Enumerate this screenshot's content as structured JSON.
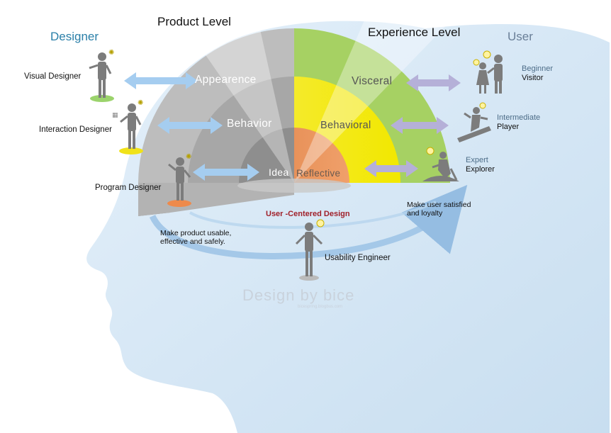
{
  "headers": {
    "designer": "Designer",
    "product_level": "Product Level",
    "experience_level": "Experience Level",
    "user": "User"
  },
  "designers": [
    {
      "label": "Visual Designer",
      "level": "Appearence"
    },
    {
      "label": "Interaction Designer",
      "level": "Behavior"
    },
    {
      "label": "Program Designer",
      "level": "Idea"
    }
  ],
  "product_layers": [
    "Appearence",
    "Behavior",
    "Idea"
  ],
  "experience_layers": [
    "Visceral",
    "Behavioral",
    "Reflective"
  ],
  "users": [
    {
      "sub": "Beginner",
      "main": "Visitor"
    },
    {
      "sub": "Intermediate",
      "main": "Player"
    },
    {
      "sub": "Expert",
      "main": "Explorer"
    }
  ],
  "center": {
    "title": "User -Centered Design",
    "engineer": "Usability Engineer",
    "left_note_1": "Make product usable,",
    "left_note_2": "effective and safely.",
    "right_note_1": "Make user satisfied",
    "right_note_2": "and loyalty"
  },
  "watermark": {
    "main": "Design by bice",
    "sub": "bicespring.blogbus.com"
  },
  "colors": {
    "head": "#d6e7f5",
    "product_outer": "#b9b9b9",
    "product_mid": "#a4a4a4",
    "product_inner": "#8d8d8d",
    "experience_outer": "#a8d264",
    "experience_mid": "#f2e400",
    "experience_inner": "#ee9a5a",
    "arrow": "#a9cbeb",
    "arrow_right": "#b6b1d8",
    "figure": "#7c7c7c",
    "accent_green": "#9bd36c",
    "accent_yellow": "#f0e21a",
    "accent_orange": "#ee8a4b"
  }
}
